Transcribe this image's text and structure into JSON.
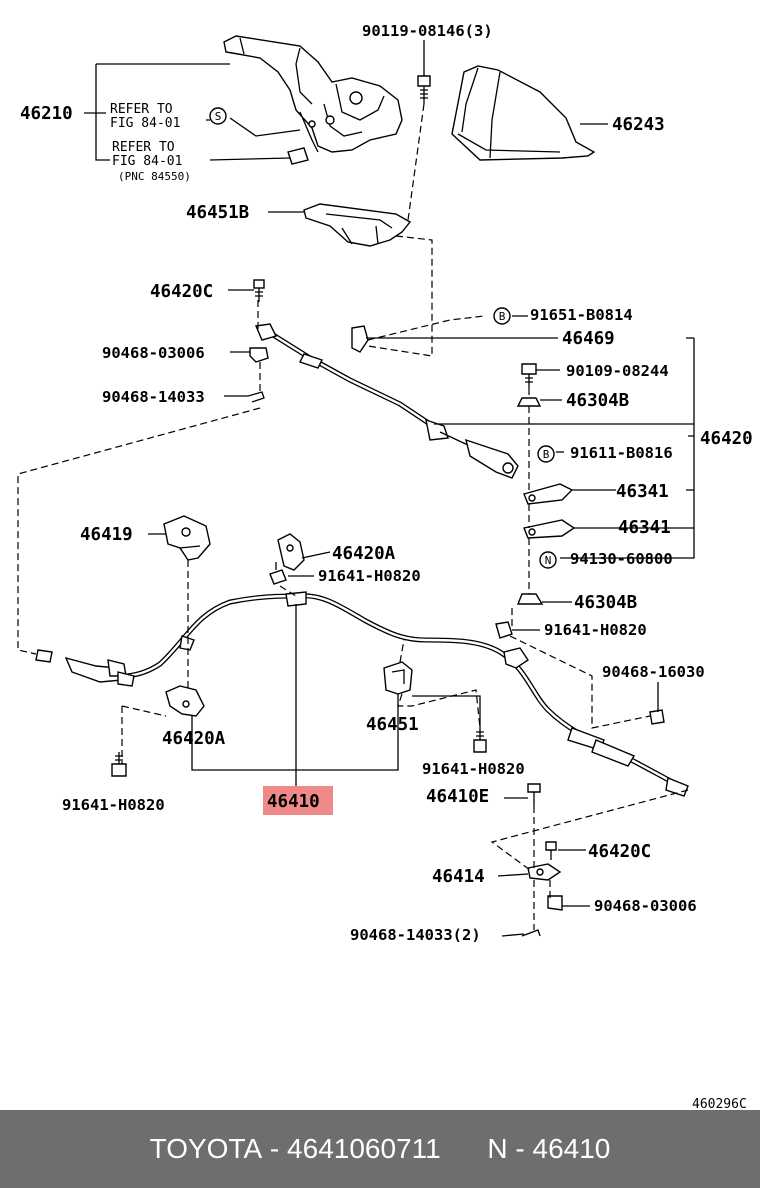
{
  "labels": {
    "p90119": "90119-08146(3)",
    "p46210": "46210",
    "refer1a": "REFER TO",
    "refer1b": "FIG 84-01",
    "refer2a": "REFER TO",
    "refer2b": "FIG 84-01",
    "refer2c": "(PNC 84550)",
    "p46243": "46243",
    "p46451B": "46451B",
    "p46420C_top": "46420C",
    "p91651": "91651-B0814",
    "p46469": "46469",
    "p90468_03006_top": "90468-03006",
    "p90109": "90109-08244",
    "p90468_14033_top": "90468-14033",
    "p46304B_top": "46304B",
    "p46420": "46420",
    "p91611": "91611-B0816",
    "p46341_a": "46341",
    "p46341_b": "46341",
    "p94130": "94130-60800",
    "p46419": "46419",
    "p46420A_top": "46420A",
    "p91641_a": "91641-H0820",
    "p46304B_bot": "46304B",
    "p91641_b": "91641-H0820",
    "p90468_16030": "90468-16030",
    "p46420A_bot": "46420A",
    "p46451": "46451",
    "p91641_c": "91641-H0820",
    "p91641_d": "91641-H0820",
    "p46410": "46410",
    "p46410E": "46410E",
    "p46420C_bot": "46420C",
    "p46414": "46414",
    "p90468_03006_bot": "90468-03006",
    "p90468_14033_bot": "90468-14033(2)",
    "fig_code": "460296C",
    "marker_s": "S",
    "marker_b1": "B",
    "marker_b2": "B",
    "marker_n": "N"
  },
  "highlight": {
    "part": "46410",
    "color": "#f08a8a"
  },
  "footer": {
    "brand": "TOYOTA",
    "sep1": " - ",
    "part_number": "4641060711",
    "gap": "      ",
    "ref_prefix": "N",
    "sep2": " - ",
    "ref_code": "46410"
  },
  "colors": {
    "footer_bg": "#6e6e6e",
    "footer_text": "#ffffff",
    "ink": "#000000"
  }
}
